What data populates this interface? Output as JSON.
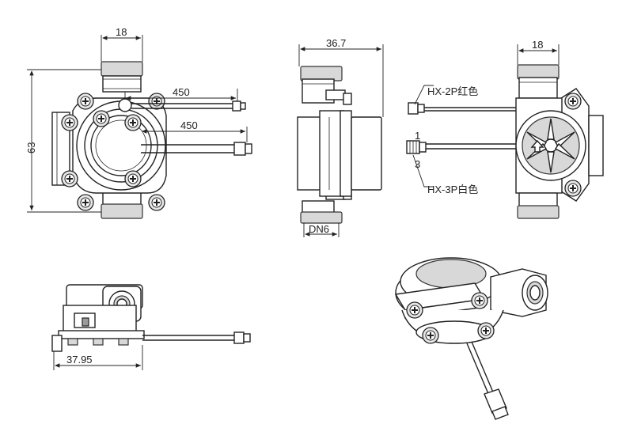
{
  "dimensions": {
    "front_top_width": "18",
    "front_height": "63",
    "cable_length_upper": "450",
    "cable_length_lower": "450",
    "side_width": "36.7",
    "side_bottom": "DN6",
    "rear_top_width": "18",
    "bottom_view_length": "37.95"
  },
  "connectors": {
    "two_pin": "HX-2P红色",
    "three_pin": "HX-3P白色",
    "pin_first": "1",
    "pin_last": "3"
  }
}
